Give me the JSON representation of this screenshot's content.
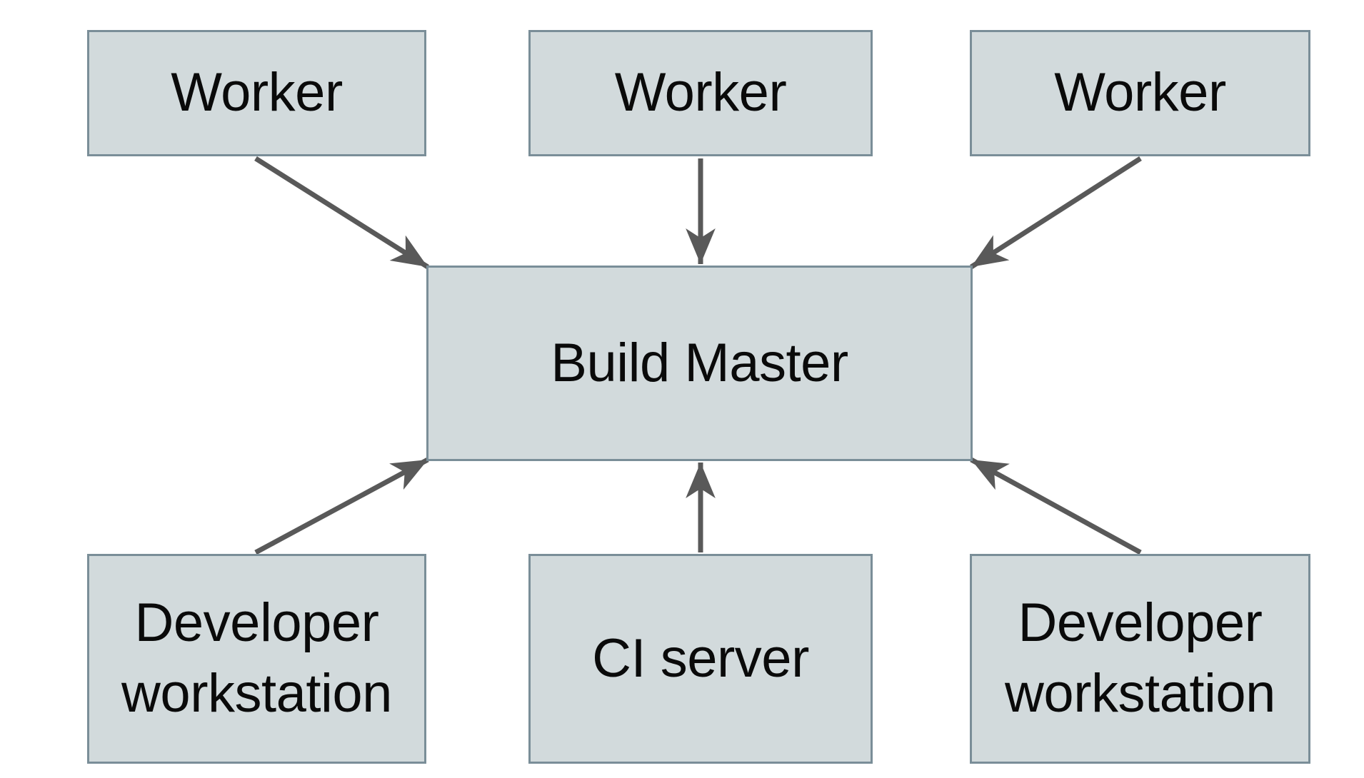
{
  "diagram": {
    "type": "architecture-diagram",
    "nodes": {
      "worker1": {
        "label": "Worker"
      },
      "worker2": {
        "label": "Worker"
      },
      "worker3": {
        "label": "Worker"
      },
      "build_master": {
        "label": "Build Master"
      },
      "dev_left": {
        "label": "Developer workstation"
      },
      "ci_server": {
        "label": "CI server"
      },
      "dev_right": {
        "label": "Developer workstation"
      }
    },
    "edges": [
      {
        "from": "worker1",
        "to": "build_master",
        "direction": "down-right"
      },
      {
        "from": "worker2",
        "to": "build_master",
        "direction": "down"
      },
      {
        "from": "worker3",
        "to": "build_master",
        "direction": "down-left"
      },
      {
        "from": "dev_left",
        "to": "build_master",
        "direction": "up-right"
      },
      {
        "from": "ci_server",
        "to": "build_master",
        "direction": "up"
      },
      {
        "from": "dev_right",
        "to": "build_master",
        "direction": "up-left"
      }
    ],
    "colors": {
      "node_fill": "#d2dadc",
      "node_border": "#7a8e98",
      "arrow": "#595959",
      "text": "#0a0a0a",
      "background": "#ffffff"
    }
  }
}
